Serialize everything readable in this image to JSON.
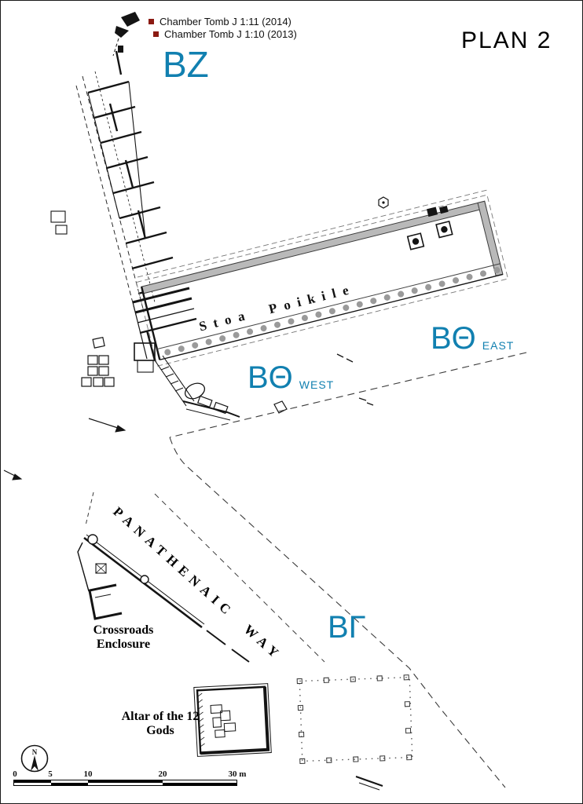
{
  "title": "PLAN 2",
  "legend": {
    "items": [
      {
        "label": "Chamber Tomb J 1:11 (2014)"
      },
      {
        "label": "Chamber Tomb J 1:10 (2013)"
      }
    ]
  },
  "sections": {
    "bz": "BZ",
    "btheta": "BΘ",
    "east_suffix": "EAST",
    "west_suffix": "WEST",
    "bgamma": "BΓ"
  },
  "features": {
    "stoa": "Stoa Poikile",
    "panathenaic_way": "PANATHENAIC WAY",
    "crossroads": "Crossroads Enclosure",
    "altar": "Altar of the 12 Gods"
  },
  "north_arrow": {
    "label": "N"
  },
  "scale_bar": {
    "ticks": [
      "0",
      "5",
      "10",
      "20",
      "30 m"
    ],
    "unit": "m"
  },
  "colors": {
    "section_label": "#1180b0",
    "legend_marker": "#8b1a12",
    "ink": "#141414"
  }
}
